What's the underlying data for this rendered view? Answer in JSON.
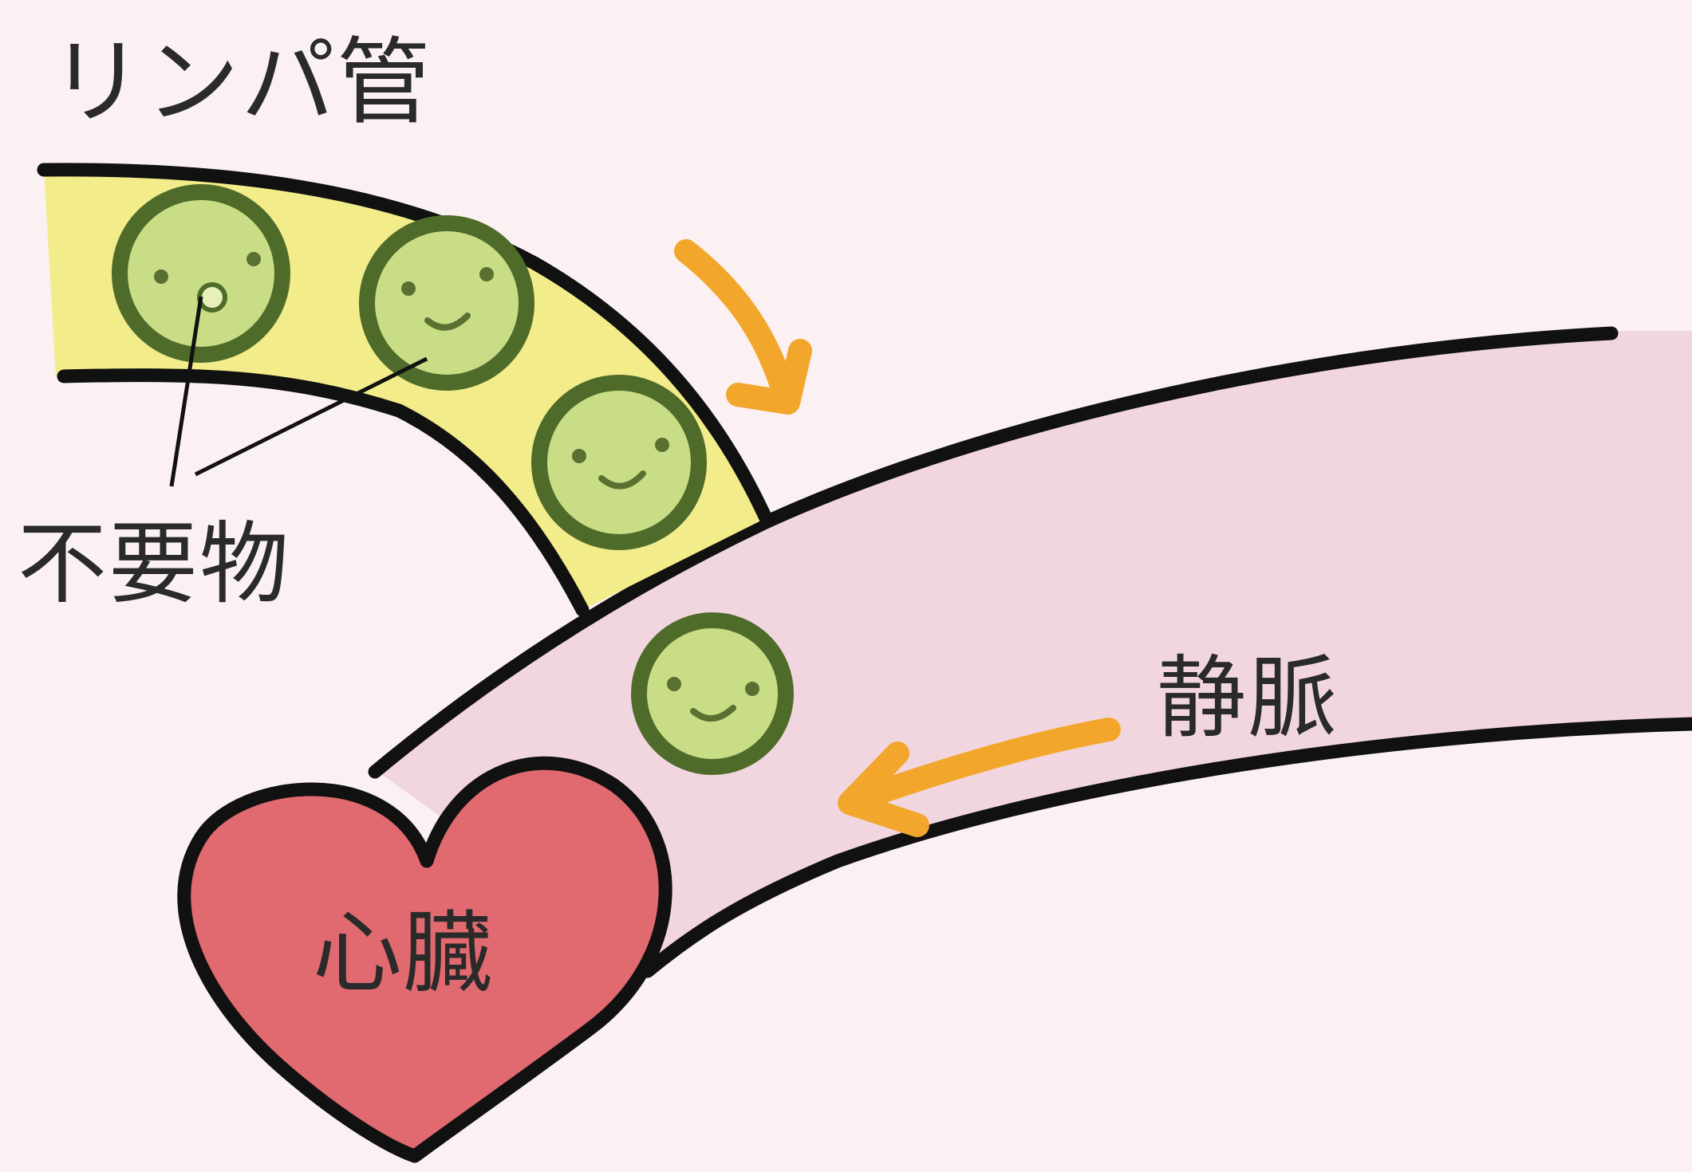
{
  "labels": {
    "lymph_vessel": "リンパ管",
    "waste": "不要物",
    "vein": "静脈",
    "heart": "心臓"
  },
  "colors": {
    "background": "#fbf1f2",
    "lymph_fill": "#f3ec8a",
    "vein_fill": "#f2d6df",
    "heart_fill": "#e06a6f",
    "cell_fill": "#c9dd86",
    "cell_outline": "#4f6b2a",
    "arrow": "#f2a72c",
    "outline": "#111111"
  },
  "icons": {
    "cells": [
      "smiling-cell-icon",
      "smiling-cell-icon",
      "smiling-cell-icon",
      "smiling-cell-icon"
    ],
    "flow_arrows": [
      "arrow-down-right-icon",
      "arrow-left-icon"
    ]
  }
}
